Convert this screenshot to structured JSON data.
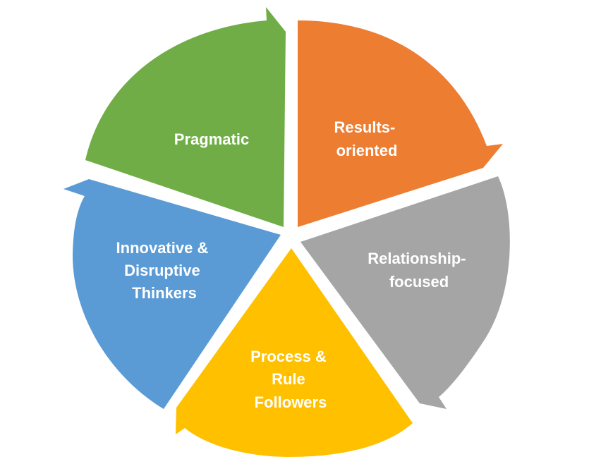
{
  "diagram": {
    "type": "segmented-cycle",
    "segments": [
      {
        "id": "results",
        "lines": [
          "Results-",
          "oriented"
        ],
        "color": "#ED7D31"
      },
      {
        "id": "relationship",
        "lines": [
          "Relationship-",
          "focused"
        ],
        "color": "#A5A5A5"
      },
      {
        "id": "process",
        "lines": [
          "Process &",
          "Rule",
          "Followers"
        ],
        "color": "#FFC000"
      },
      {
        "id": "innovative",
        "lines": [
          "Innovative &",
          "Disruptive",
          "Thinkers"
        ],
        "color": "#5B9BD5"
      },
      {
        "id": "pragmatic",
        "lines": [
          "Pragmatic"
        ],
        "color": "#70AD47"
      }
    ]
  }
}
